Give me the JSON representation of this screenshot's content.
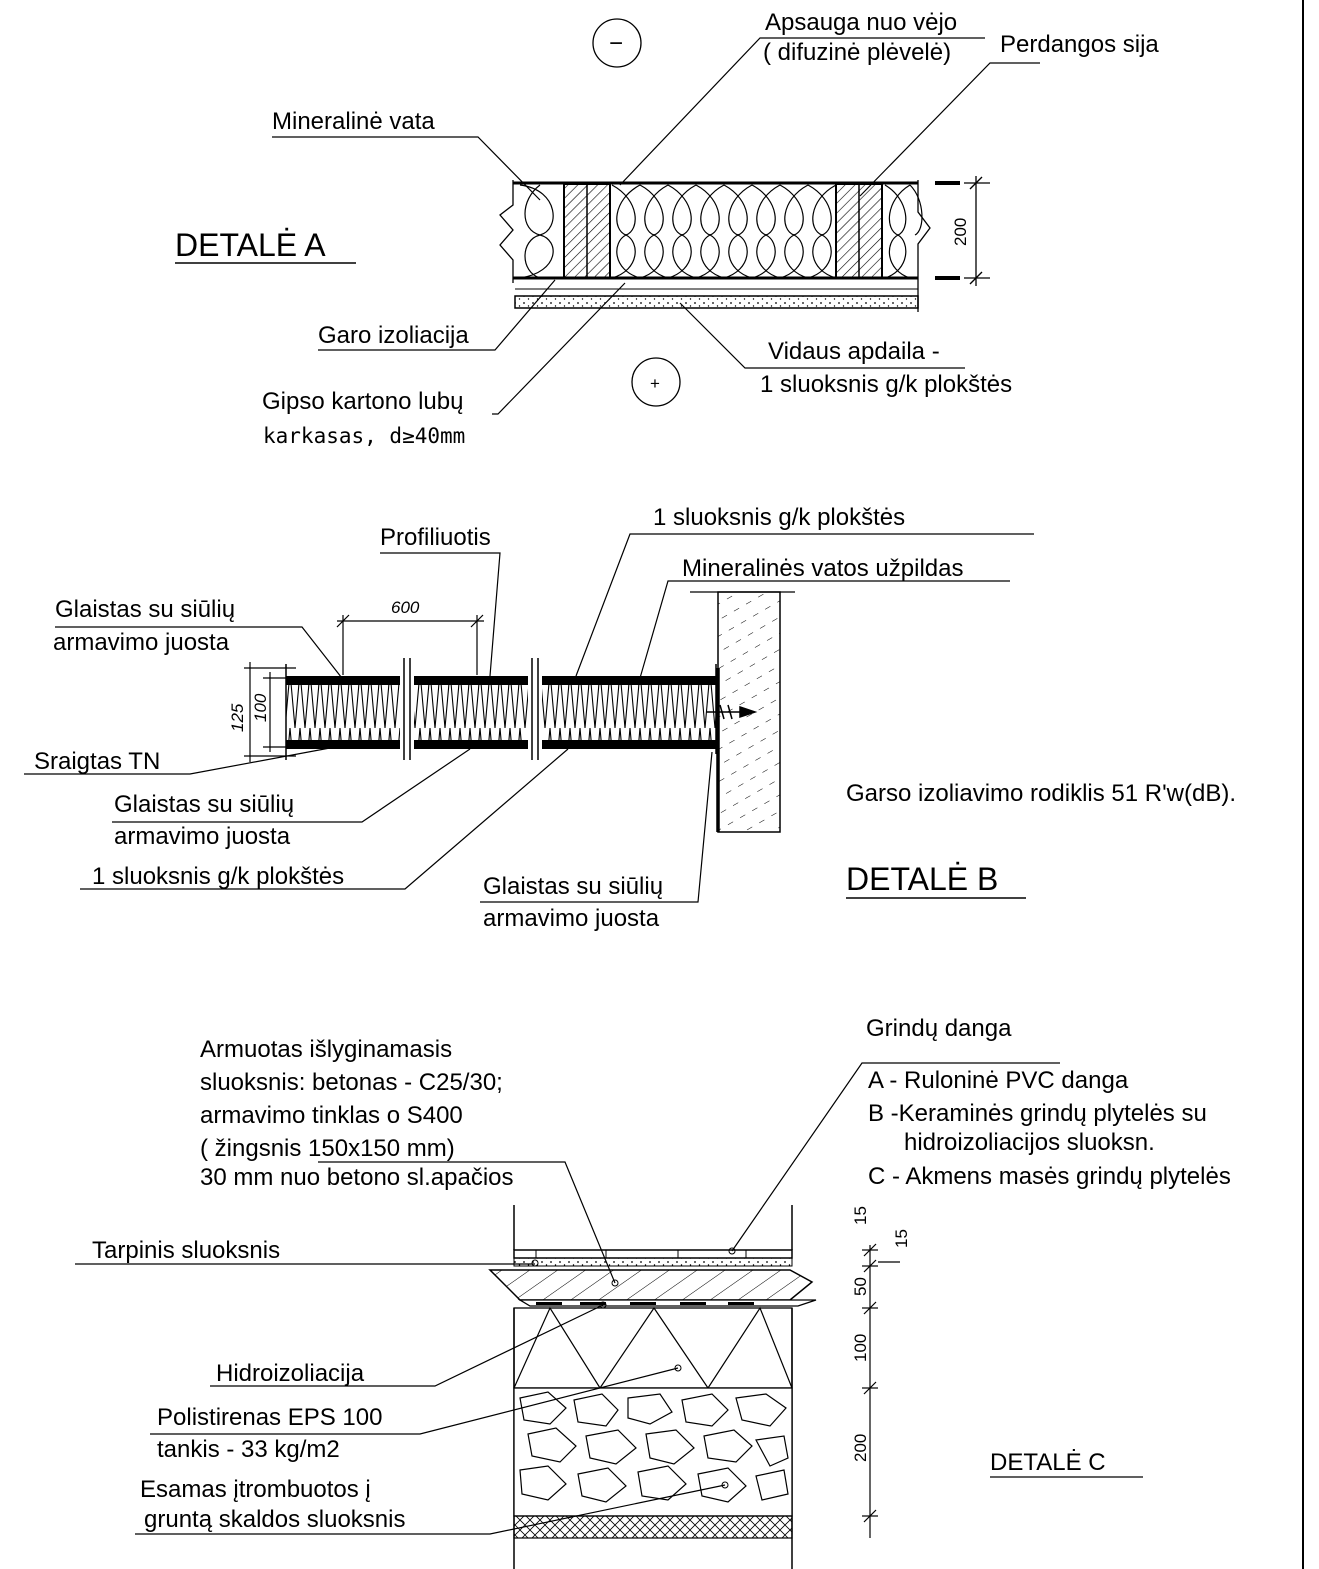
{
  "detail_a": {
    "title": "DETALĖ  A",
    "labels": {
      "wind_protection_1": "Apsauga nuo vėjo",
      "wind_protection_2": "( difuzinė plėvelė)",
      "beam": "Perdangos  sija",
      "mineral_wool": "Mineralinė  vata",
      "vapour_barrier": "Garo izoliacija",
      "gypsum_frame_1": "Gipso kartono lubų",
      "gypsum_frame_2": "karkasas, d≥40mm",
      "interior_finish_1": "Vidaus apdaila -",
      "interior_finish_2": "1 sluoksnis g/k plokštės"
    },
    "sign_minus": "−",
    "sign_plus": "+",
    "dim_200": "200"
  },
  "detail_b": {
    "title": "DETALĖ  B",
    "labels": {
      "gk_top": "1 sluoksnis g/k plokštės",
      "profile": "Profiliuotis",
      "wool_fill": "Mineralinės vatos užpildas",
      "filler_tape_1a": "Glaistas su siūlių",
      "filler_tape_1b": "armavimo juosta",
      "screw": "Sraigtas TN",
      "filler_tape_2a": "Glaistas su siūlių",
      "filler_tape_2b": "armavimo juosta",
      "gk_bottom": "1 sluoksnis g/k plokštės",
      "filler_tape_3a": "Glaistas su siūlių",
      "filler_tape_3b": "armavimo juosta"
    },
    "dim_600": "600",
    "dim_125": "125",
    "dim_100": "100",
    "acoustic_note": "Garso izoliavimo rodiklis  51 R'w(dB)."
  },
  "detail_c": {
    "title": "DETALĖ  C",
    "screed_lines": [
      "Armuotas išlyginamasis",
      "sluoksnis: betonas - C25/30;",
      "armavimo tinklas o S400",
      "( žingsnis 150x150 mm)",
      "30 mm nuo betono sl.apačios"
    ],
    "floor_title": "Grindų danga",
    "floor_lines": [
      "A - Rulоninė PVC danga",
      "B -Keraminės grindų plytelės su",
      "hidroizoliacijos sluoksn.",
      "C - Akmens masės grindų plytelės"
    ],
    "intermediate": "Tarpinis sluoksnis",
    "waterproofing": "Hidroizoliacija",
    "eps_1": "Polistirenas  EPS 100",
    "eps_2": "tankis - 33 kg/m2",
    "gravel_1": "Esamas įtrombuotos į",
    "gravel_2": "gruntą  skaldos sluoksnis",
    "dims": [
      "15",
      "15",
      "50",
      "100",
      "200"
    ]
  }
}
